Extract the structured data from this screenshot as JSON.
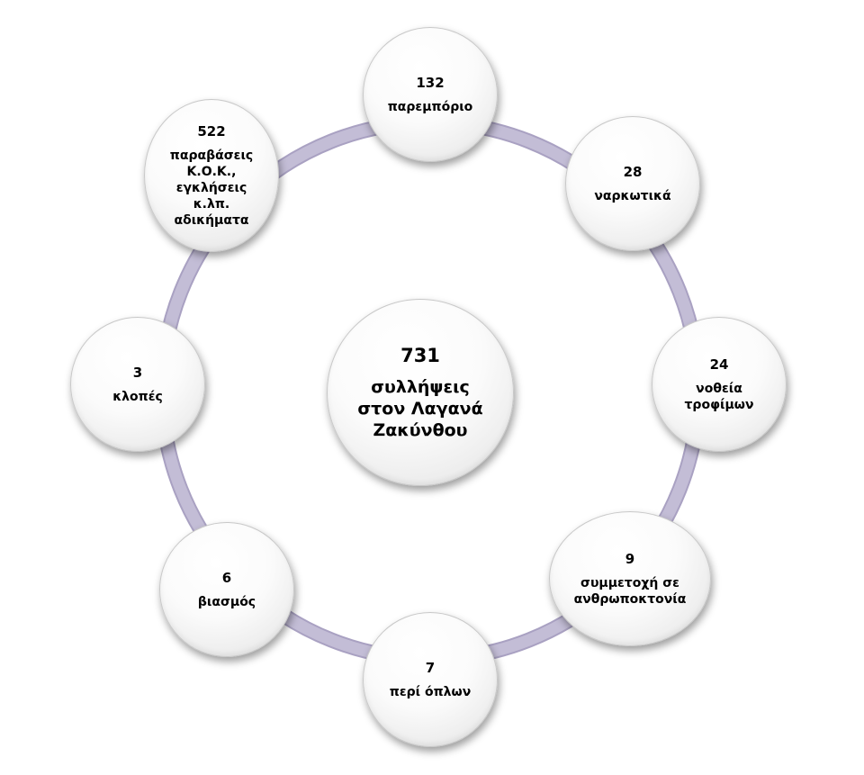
{
  "center": {
    "number": "731",
    "label": "συλλήψεις\nστον Λαγανά\nΖακύνθου"
  },
  "nodes": [
    {
      "number": "132",
      "label": "παρεμπόριο"
    },
    {
      "number": "28",
      "label": "ναρκωτικά"
    },
    {
      "number": "24",
      "label": "νοθεία\nτροφίμων"
    },
    {
      "number": "9",
      "label": "συμμετοχή σε\nανθρωποκτονία"
    },
    {
      "number": "7",
      "label": "περί όπλων"
    },
    {
      "number": "6",
      "label": "βιασμός"
    },
    {
      "number": "3",
      "label": "κλοπές"
    },
    {
      "number": "522",
      "label": "παραβάσεις\nΚ.Ο.Κ.,\nεγκλήσεις\nκ.λπ.\nαδικήματα"
    }
  ],
  "colors": {
    "ring": "#c3bdd6",
    "ring_edge": "#a9a1c2",
    "node_border": "#c8c8c8"
  }
}
